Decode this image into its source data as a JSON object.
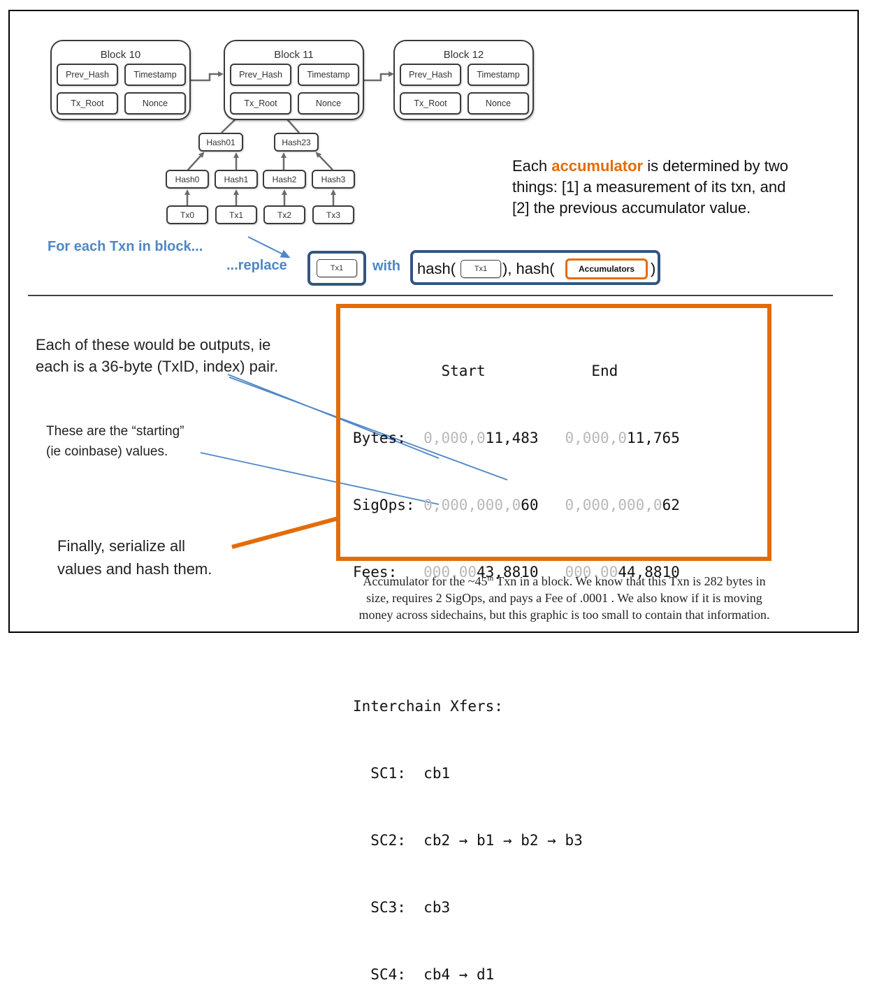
{
  "blockchain": {
    "blocks": [
      {
        "title": "Block 10",
        "fields": [
          "Prev_Hash",
          "Timestamp",
          "Tx_Root",
          "Nonce"
        ]
      },
      {
        "title": "Block 11",
        "fields": [
          "Prev_Hash",
          "Timestamp",
          "Tx_Root",
          "Nonce"
        ]
      },
      {
        "title": "Block 12",
        "fields": [
          "Prev_Hash",
          "Timestamp",
          "Tx_Root",
          "Nonce"
        ]
      }
    ],
    "merkle": {
      "level1": [
        "Hash01",
        "Hash23"
      ],
      "level2": [
        "Hash0",
        "Hash1",
        "Hash2",
        "Hash3"
      ],
      "leaves": [
        "Tx0",
        "Tx1",
        "Tx2",
        "Tx3"
      ]
    }
  },
  "explanation": {
    "prefix": "Each ",
    "highlight": "accumulator",
    "line1_suffix": " is determined by two",
    "line2": "things: [1] a measurement of its txn, and",
    "line3": "[2] the previous accumulator value."
  },
  "replace_row": {
    "for_each": "For each Txn in block...",
    "replace": "...replace",
    "tx_label": "Tx1",
    "with": "with",
    "hash_open": "hash(",
    "hash_mid": "), hash(",
    "hash_close": ")",
    "accumulators_label": "Accumulators"
  },
  "accumulator_table": {
    "header_start": "Start",
    "header_end": "End",
    "rows": [
      {
        "label": "Bytes:",
        "start_dim": "0,000,0",
        "start_val": "11,483",
        "end_dim": "0,000,0",
        "end_val": "11,765"
      },
      {
        "label": "SigOps:",
        "start_dim": "0,000,000,0",
        "start_val": "60",
        "end_dim": "0,000,000,0",
        "end_val": "62"
      },
      {
        "label": "Fees:",
        "start_dim": "000.00",
        "start_val": "43,8810",
        "end_dim": "000.00",
        "end_val": "44,8810"
      }
    ],
    "xfers_title": "Interchain Xfers:",
    "xfers": [
      {
        "chain": "SC1:",
        "path": "cb1"
      },
      {
        "chain": "SC2:",
        "path": "cb2 → b1 → b2 → b3"
      },
      {
        "chain": "SC3:",
        "path": "cb3"
      },
      {
        "chain": "SC4:",
        "path": "cb4 → d1"
      }
    ]
  },
  "annotations": {
    "outputs_line1": "Each of these would be outputs, ie",
    "outputs_line2": "each is a 36-byte (TxID, index) pair.",
    "starting_line1": "These are the “starting”",
    "starting_line2": "(ie coinbase) values.",
    "finally_line1": "Finally, serialize all",
    "finally_line2": "values and hash them."
  },
  "caption": {
    "part1": "Accumulator for the ~45",
    "sup": "th",
    "part2": " Txn in a block. We know that this Txn is 282 bytes in",
    "line2": "size, requires 2 SigOps, and pays a Fee of .0001 . We also know if it is moving",
    "line3": "money across sidechains, but this graphic is too small to contain that information."
  },
  "colors": {
    "accent_orange": "#e36c0a",
    "accent_blue": "#4f86c6",
    "navy": "#34557f",
    "dim_digits": "#b8b8b8"
  }
}
